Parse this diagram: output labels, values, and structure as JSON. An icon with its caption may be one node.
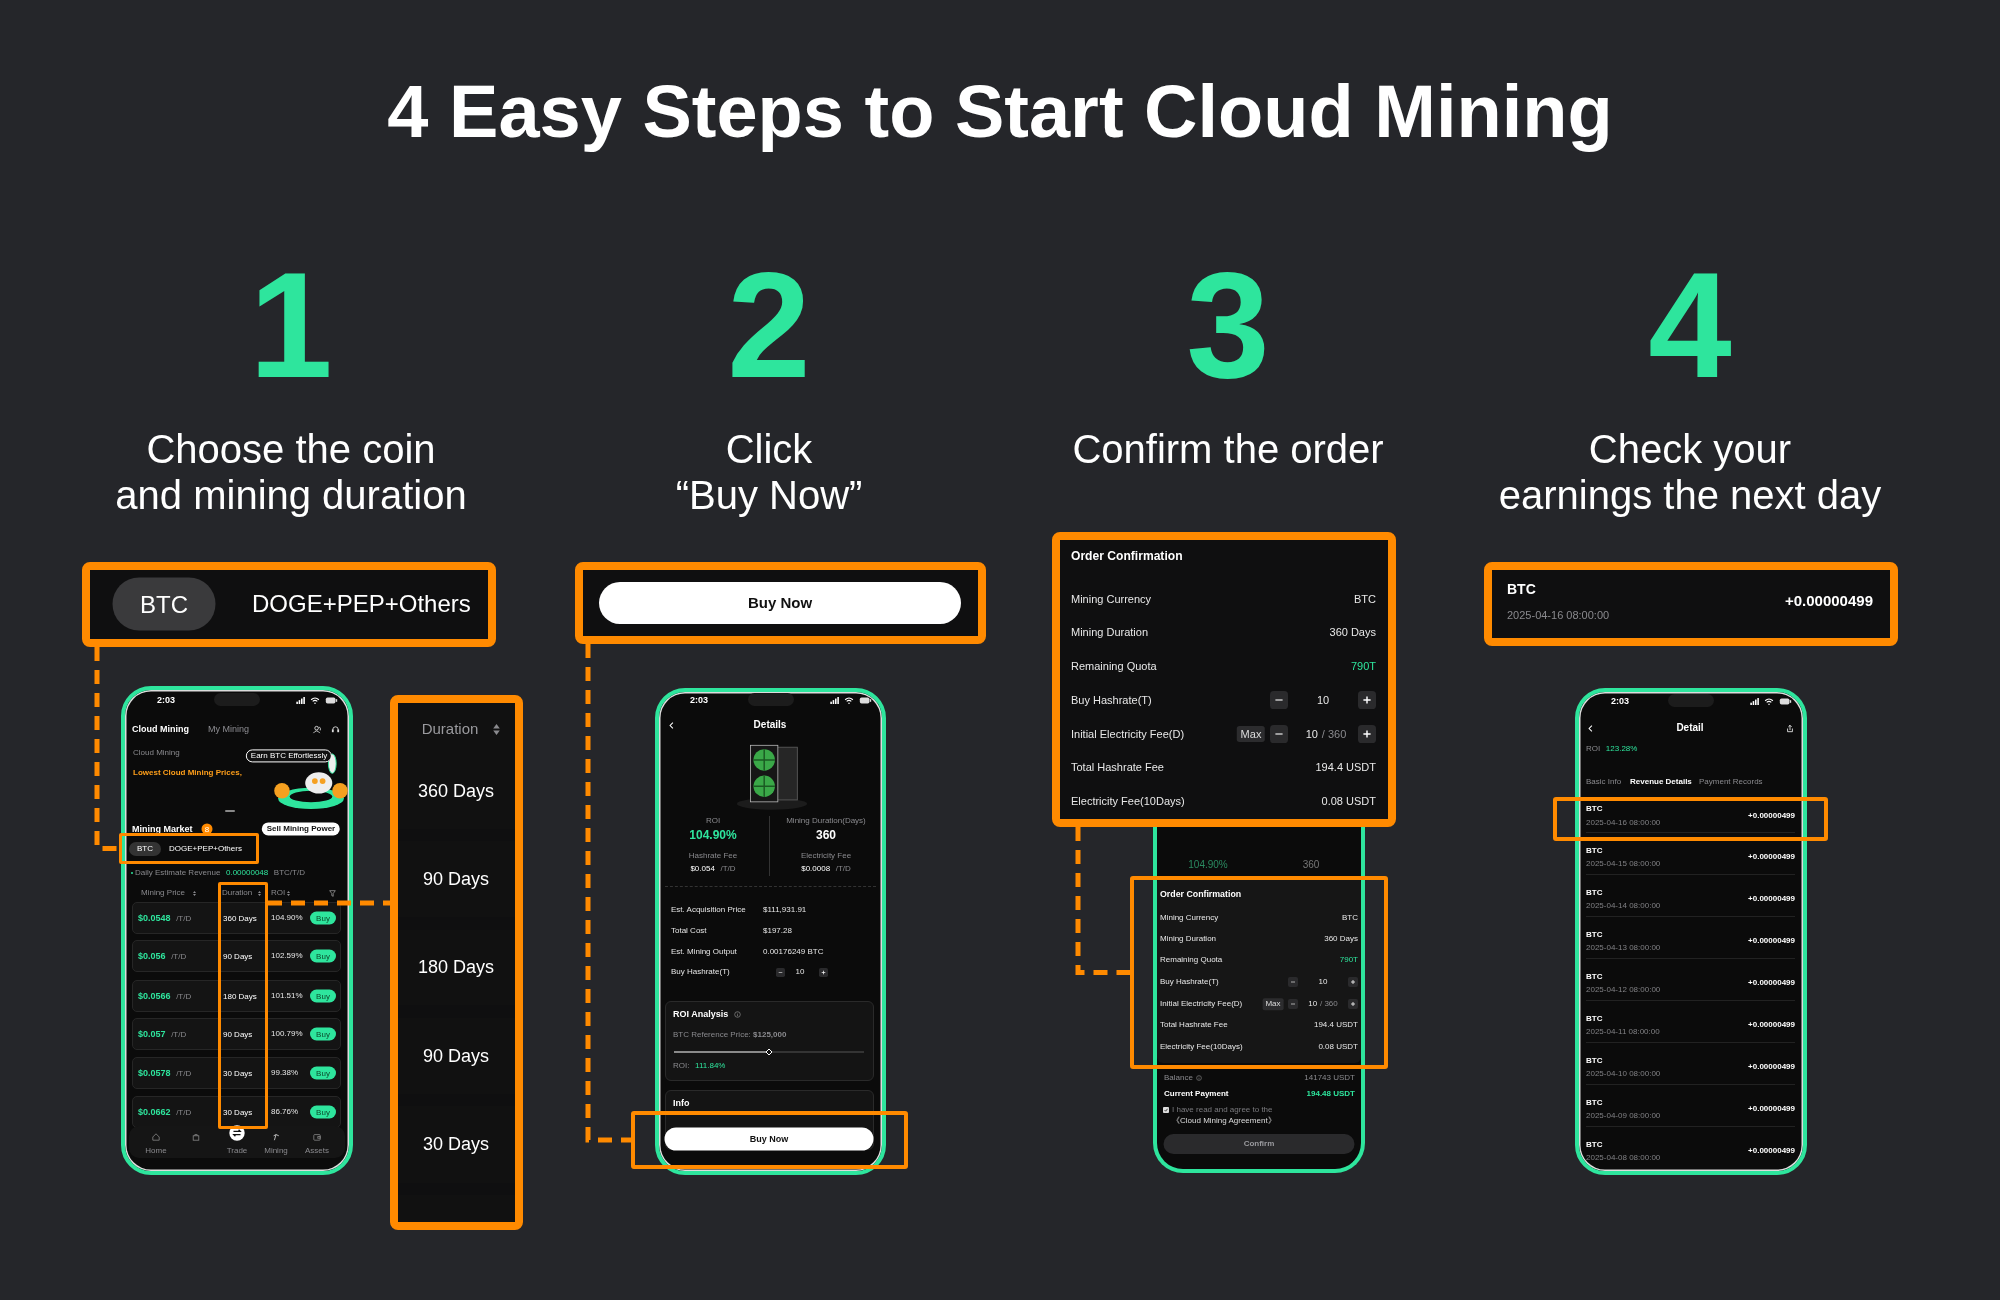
{
  "diagram": {
    "title": "4 Easy Steps to Start Cloud Mining",
    "nodes": [
      {
        "text": [
          "BTC",
          "DOGE+PEP+Others"
        ]
      },
      {
        "text": [
          "2:03",
          "Cloud Mining",
          "My Mining",
          "Cloud Mining",
          "Lowest Cloud Mining Prices,",
          "Earn BTC Effortlessly",
          "Mining Market",
          "8",
          "Sell Mining Power",
          "Daily Estimate Revenue",
          "0.00000048",
          "BTC/T/D",
          "Mining Price",
          "ROI",
          "$0.0548",
          "/T/D",
          "104.90%",
          "Buy",
          "$0.056",
          "/T/D",
          "102.59%",
          "Buy",
          "$0.0566",
          "/T/D",
          "101.51%",
          "Buy",
          "$0.057",
          "/T/D",
          "100.79%",
          "Buy",
          "$0.0578",
          "/T/D",
          "99.38%",
          "Buy",
          "$0.0662",
          "/T/D",
          "86.76%",
          "Buy",
          "Home",
          "Trade",
          "Mining",
          "Assets"
        ]
      },
      {
        "text": [
          "BTC",
          "DOGE+PEP+Others"
        ],
        "in": 1
      },
      {
        "text": [
          "Duration",
          "360 Days",
          "90 Days",
          "180 Days",
          "90 Days",
          "30 Days",
          "30 Days"
        ],
        "in": 1
      },
      {
        "text": [
          "Duration",
          "360 Days",
          "90 Days",
          "180 Days",
          "90 Days",
          "30 Days"
        ]
      },
      {
        "text": [
          "Buy Now"
        ]
      },
      {
        "text": [
          "2:03",
          "Details",
          "ROI",
          "104.90%",
          "Mining Duration(Days)",
          "360",
          "Hashrate Fee",
          "$0.054",
          "/T/D",
          "Electricity Fee",
          "$0.0008",
          "/T/D",
          "Est. Acquisition Price",
          "$111,931.91",
          "Total Cost",
          "$197.28",
          "Est. Mining Output",
          "0.00176249 BTC",
          "Buy Hashrate(T)",
          "10",
          "ROI Analysis",
          "BTC Reference Price: **$125,000**",
          "ROI:",
          "111.84%",
          "Info"
        ]
      },
      {
        "text": [
          "Buy Now"
        ]
      },
      {
        "text": [
          "Order Confirmation",
          "Mining Currency",
          "BTC",
          "Mining Duration",
          "360 Days",
          "Remaining Quota",
          "790T",
          "Buy Hashrate(T)",
          "10",
          "Initial Electricity Fee(D)",
          "Max",
          "10",
          "/ 360",
          "Total Hashrate Fee",
          "194.4 USDT",
          "Electricity Fee(10Days)",
          "0.08 USDT"
        ]
      },
      {
        "text": [
          "104.90%",
          "360",
          "Balance",
          "141743 USDT",
          "Current Payment",
          "194.48 USDT",
          "I have read and agree to the",
          "《Cloud Mining Agreement》",
          "Confirm"
        ]
      },
      {
        "text": [
          "Order Confirmation",
          "Mining Currency",
          "BTC",
          "Mining Duration",
          "360 Days",
          "Remaining Quota",
          "790T",
          "Buy Hashrate(T)",
          "10",
          "Initial Electricity Fee(D)",
          "Max",
          "10",
          "/ 360",
          "Total Hashrate Fee",
          "194.4 USDT",
          "Electricity Fee(10Days)",
          "0.08 USDT"
        ]
      },
      {
        "text": [
          "BTC",
          "2025-04-16 08:00:00",
          "+0.00000499"
        ]
      },
      {
        "text": [
          "2:03",
          "Detail",
          "ROI",
          "123.28%",
          "Basic Info",
          "Revenue Details",
          "Payment Records",
          "BTC",
          "2025-04-15 08:00:00",
          "+0.00000499",
          "BTC",
          "2025-04-14 08:00:00",
          "+0.00000499",
          "BTC",
          "2025-04-13 08:00:00",
          "+0.00000499",
          "BTC",
          "2025-04-12 08:00:00",
          "+0.00000499",
          "BTC",
          "2025-04-11 08:00:00",
          "+0.00000499",
          "BTC",
          "2025-04-10 08:00:00",
          "+0.00000499",
          "BTC",
          "2025-04-09 08:00:00",
          "+0.00000499",
          "BTC",
          "2025-04-08 08:00:00",
          "+0.00000499"
        ]
      },
      {
        "text": [
          "BTC",
          "2025-04-16 08:00:00",
          "+0.00000499"
        ]
      }
    ],
    "edges": [
      {
        "from": 0,
        "to": 2,
        "arrow": "none",
        "style": "dashed"
      },
      {
        "from": 3,
        "to": 4,
        "arrow": "none",
        "style": "dashed"
      },
      {
        "from": 5,
        "to": 7,
        "arrow": "none",
        "style": "dashed"
      },
      {
        "from": 8,
        "to": 10,
        "arrow": "none",
        "style": "dashed"
      }
    ],
    "labels": [
      "1",
      "Choose the coin and mining duration",
      "2",
      "Click “Buy Now”",
      "3",
      "Confirm the order",
      "4",
      "Check your earnings the next day"
    ]
  }
}
